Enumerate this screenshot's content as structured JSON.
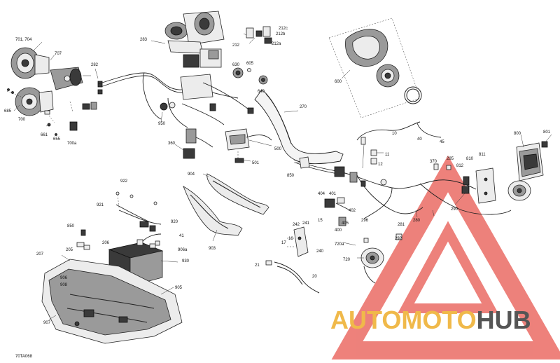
{
  "figure_ref": "70TA068",
  "watermark": {
    "brand_part1": "AUTOMOTO",
    "brand_part2": "HUB",
    "triangle_color": "#e8574f",
    "part1_color": "#f0b94a",
    "part2_color": "#555555"
  },
  "callouts": {
    "c701_704": "701, 704",
    "c707": "707",
    "c282": "282",
    "c283": "283",
    "c212": "212",
    "c212c": "212c",
    "c212b": "212b",
    "c212a": "212a",
    "c630": "630",
    "c605": "605",
    "c640": "640",
    "c600": "600",
    "c685": "685",
    "c700": "700",
    "c661": "661",
    "c655": "655",
    "c700a": "700a",
    "c950": "950",
    "c270": "270",
    "c10": "10",
    "c40": "40",
    "c45": "45",
    "c800": "800",
    "c801": "801",
    "c360": "360",
    "c500": "500",
    "c501": "501",
    "c850": "850",
    "c11": "11",
    "c12": "12",
    "c370": "370",
    "c295": "295",
    "c810": "810",
    "c811": "811",
    "c812": "812",
    "c904": "904",
    "c922": "922",
    "c921": "921",
    "c920": "920",
    "c404": "404",
    "c401": "401",
    "c402": "402",
    "c405": "405",
    "c400": "400",
    "c296": "296",
    "c281": "281",
    "c280": "280",
    "c290": "290",
    "c850b": "850",
    "c206": "206",
    "c205": "205",
    "c41": "41",
    "c906a": "906a",
    "c930": "930",
    "c903": "903",
    "c242": "242",
    "c241": "241",
    "c15": "15",
    "c16": "16",
    "c17": "17",
    "c240": "240",
    "c720a": "720a",
    "c292": "292",
    "c720": "720",
    "c207": "207",
    "c21": "21",
    "c20": "20",
    "c906": "906",
    "c908": "908",
    "c905": "905",
    "c907": "907"
  }
}
